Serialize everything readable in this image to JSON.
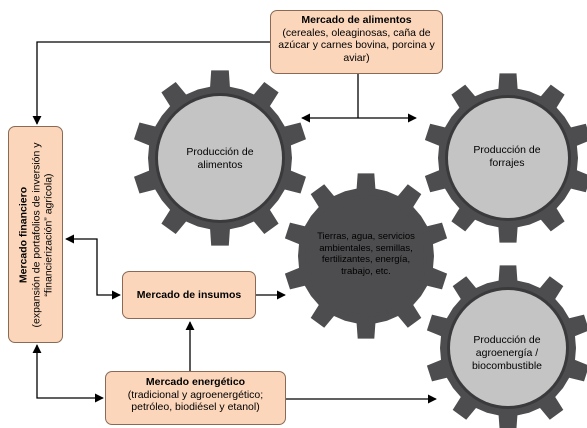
{
  "markets": {
    "alimentos": {
      "title": "Mercado de alimentos",
      "desc": "(cereales, oleaginosas, caña de azúcar y carnes bovina, porcina y aviar)"
    },
    "insumos": {
      "title": "Mercado de insumos"
    },
    "energetico": {
      "title": "Mercado energético",
      "desc": "(tradicional y agroenergético; petróleo, biodiésel y etanol)"
    },
    "financiero": {
      "title": "Mercado financiero",
      "desc": "(expansión de portafolios de inversión y “financierización” agrícola)"
    }
  },
  "gears": {
    "alimentos": "Producción de alimentos",
    "forrajes": "Producción de forrajes",
    "recursos": "Tierras, agua, servicios ambientales, semillas, fertilizantes, energía, trabajo, etc.",
    "agroenergia": "Producción de agroenergía / biocombustible"
  },
  "colors": {
    "box_fill": "#fbd6bb",
    "box_border": "#8a6a55",
    "gear_dark": "#4d4d4f",
    "gear_inner": "#c4c4c4"
  }
}
